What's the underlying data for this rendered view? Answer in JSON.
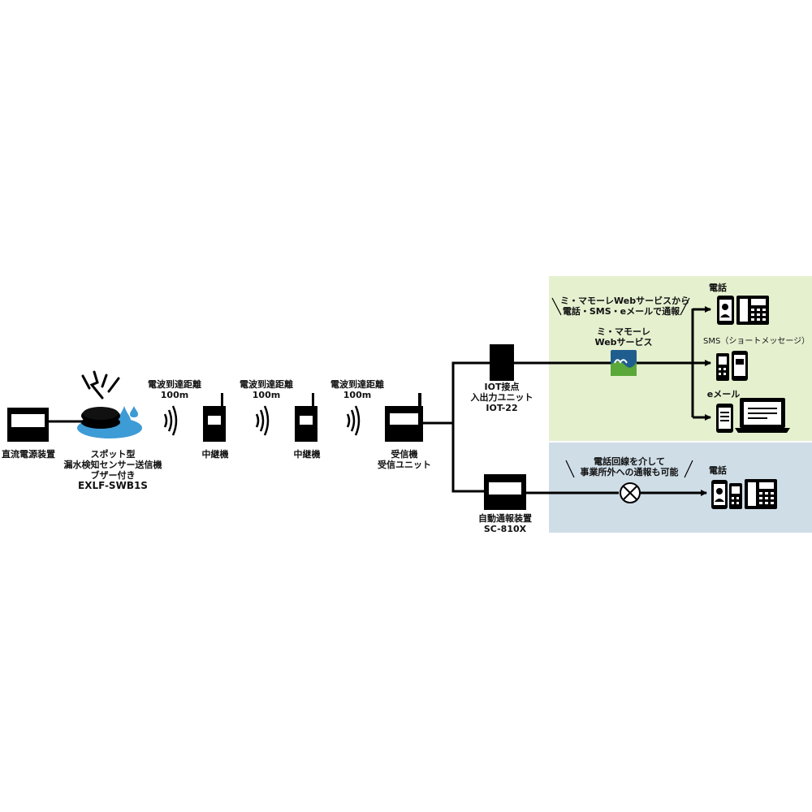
{
  "nodes": {
    "dc_power": {
      "lines": [
        "直流電源装置"
      ]
    },
    "sensor": {
      "lines": [
        "スポット型",
        "漏水検知センサー送信機",
        "ブザー付き",
        "EXLF-SWB1S"
      ]
    },
    "distance1": {
      "lines": [
        "電波到達距離",
        "100m"
      ]
    },
    "repeater1": {
      "lines": [
        "中継機"
      ]
    },
    "distance2": {
      "lines": [
        "電波到達距離",
        "100m"
      ]
    },
    "repeater2": {
      "lines": [
        "中継機"
      ]
    },
    "distance3": {
      "lines": [
        "電波到達距離",
        "100m"
      ]
    },
    "receiver": {
      "lines": [
        "受信機",
        "受信ユニット"
      ]
    },
    "iot_unit": {
      "lines": [
        "IOT接点",
        "入出力ユニット",
        "IOT-22"
      ]
    },
    "auto_dialer": {
      "lines": [
        "自動通報装置",
        "SC-810X"
      ]
    }
  },
  "green_panel": {
    "note": [
      "ミ・マモーレWebサービスから",
      "電話・SMS・eメールで通報"
    ],
    "service": {
      "lines": [
        "ミ・マモーレ",
        "Webサービス"
      ]
    },
    "phone": "電話",
    "sms": "SMS（ショートメッセージ）",
    "email": "eメール"
  },
  "blue_panel": {
    "note": [
      "電話回線を介して",
      "事業所外への通報も可能"
    ],
    "phone": "電話"
  },
  "colors": {
    "green_panel": "#e5f0cf",
    "blue_panel": "#cfdde7",
    "water": "#3d9bd6",
    "logo_green": "#5aa83a",
    "logo_blue": "#1f5d8e",
    "line": "#000000"
  }
}
